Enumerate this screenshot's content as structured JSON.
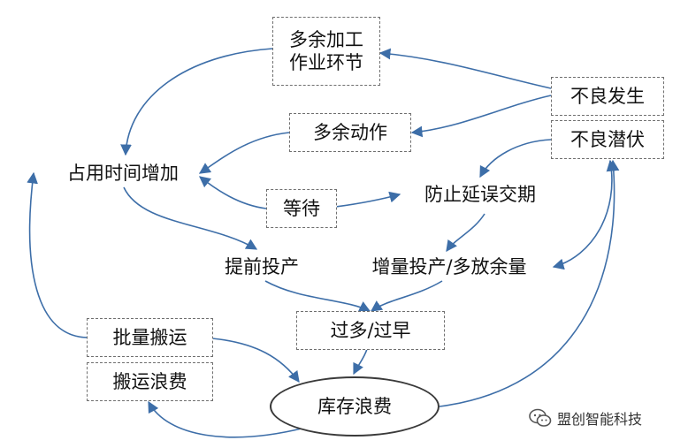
{
  "nodes": {
    "extra_processing": {
      "lines": [
        "多余加工",
        "作业环节"
      ]
    },
    "defect_occurs": "不良发生",
    "extra_motion": "多余动作",
    "latent_defect": "不良潜伏",
    "time_increase": "占用时间增加",
    "waiting": "等待",
    "prevent_delay": "防止延误交期",
    "early_production": "提前投产",
    "over_production": "增量投产/多放余量",
    "too_much_too_early": "过多/过早",
    "batch_transport": "批量搬运",
    "transport_waste": "搬运浪费",
    "inventory_waste": "库存浪费"
  },
  "watermark": {
    "text": "盟创智能科技",
    "icon": "wechat-icon"
  },
  "colors": {
    "arrow": "#3d6ea8",
    "box_border": "#6f6f6f",
    "ellipse_border": "#3a3a3a",
    "text": "#111111"
  }
}
